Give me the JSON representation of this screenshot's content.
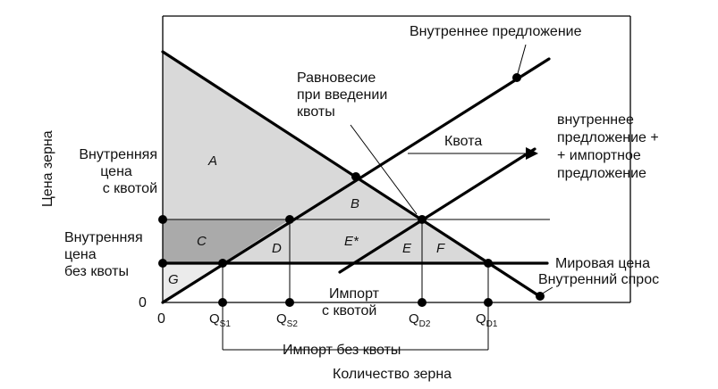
{
  "colors": {
    "line": "#000000",
    "light_fill": "#d9d9d9",
    "mid_fill": "#aaaaaa",
    "lighter_fill": "#ebebeb"
  },
  "labels": {
    "supply": "Внутреннее предложение",
    "equilibrium": [
      "Равновесие",
      "при введении",
      "квоты"
    ],
    "quota": "Квота",
    "supply_plus": [
      "внутреннее",
      "предложение +",
      "+ импортное",
      "предложение"
    ],
    "price_with_quota": [
      "Внутренняя",
      "цена",
      "с квотой"
    ],
    "price_without_quota": [
      "Внутренняя",
      "цена",
      "без квоты"
    ],
    "world_price": "Мировая цена",
    "demand": "Внутренний спрос",
    "import_with_quota": [
      "Импорт",
      "с квотой"
    ],
    "import_without_quota": "Импорт без квоты",
    "y_axis": "Цена зерна",
    "x_axis": "Количество зерна",
    "origin_y": "0",
    "origin_x": "0"
  },
  "regions": [
    "A",
    "B",
    "C",
    "D",
    "E*",
    "E",
    "F",
    "G"
  ],
  "quantities": {
    "qs1": {
      "main": "Q",
      "sub": "S1"
    },
    "qs2": {
      "main": "Q",
      "sub": "S2"
    },
    "qd2": {
      "main": "Q",
      "sub": "D2"
    },
    "qd1": {
      "main": "Q",
      "sub": "D1"
    }
  }
}
